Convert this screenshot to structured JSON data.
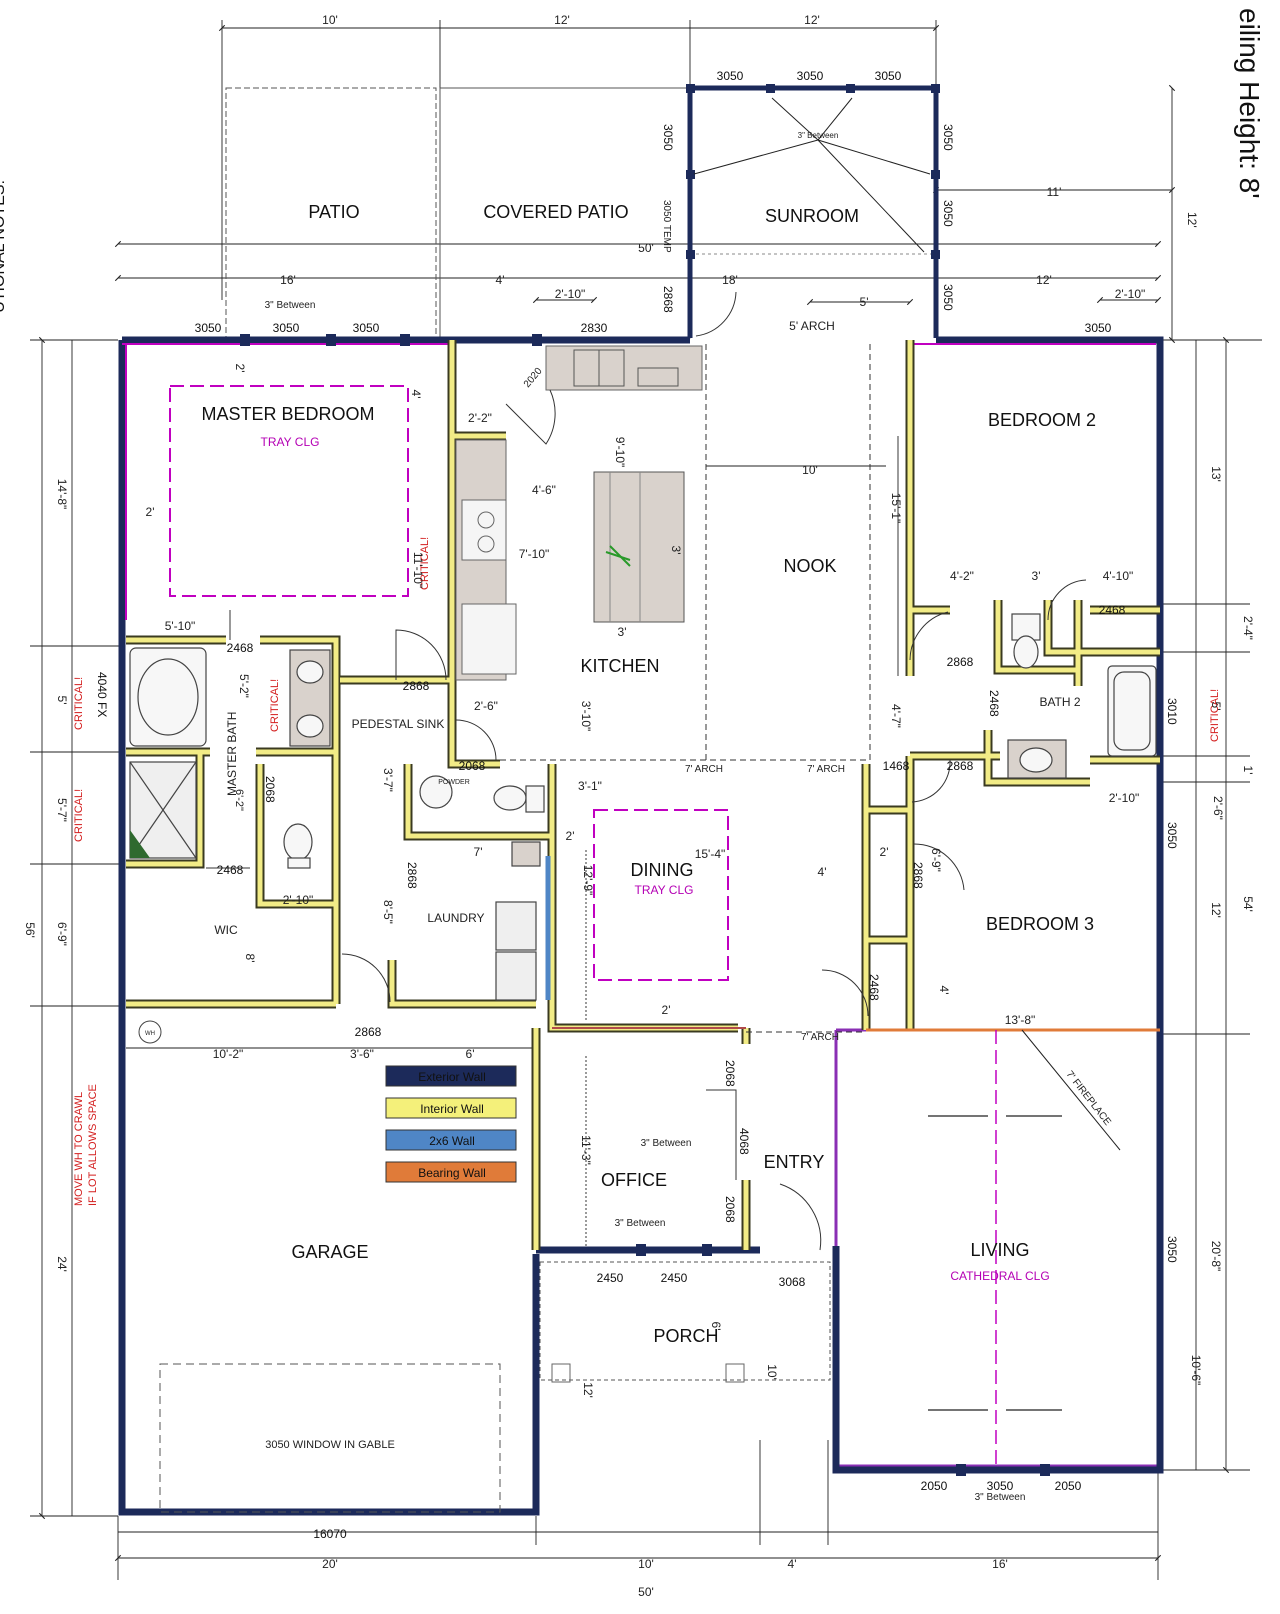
{
  "header": {
    "ceiling_height": "eiling Height: 8'",
    "side_notes": "UTIONAL NOTES:"
  },
  "rooms": {
    "patio": "PATIO",
    "covered_patio": "COVERED PATIO",
    "sunroom": "SUNROOM",
    "master_bedroom": "MASTER BEDROOM",
    "master_tray": "TRAY CLG",
    "kitchen": "KITCHEN",
    "nook": "NOOK",
    "bedroom2": "BEDROOM 2",
    "bath2": "BATH 2",
    "master_bath": "MASTER BATH",
    "pedestal_sink": "PEDESTAL SINK",
    "powder": "POWDER",
    "laundry": "LAUNDRY",
    "wic": "WIC",
    "dining": "DINING",
    "dining_tray": "TRAY CLG",
    "bedroom3": "BEDROOM 3",
    "office": "OFFICE",
    "entry": "ENTRY",
    "living": "LIVING",
    "living_ceiling": "CATHEDRAL CLG",
    "garage": "GARAGE",
    "porch": "PORCH",
    "fireplace": "7' FIREPLACE",
    "garage_window_note": "3050 WINDOW IN GABLE",
    "wh": "WH"
  },
  "notes": {
    "critical": "CRITICAL!",
    "move_wh_1": "MOVE WH TO CRAWL",
    "move_wh_2": "IF LOT ALLOWS SPACE",
    "three_between": "3\" Between",
    "garage_door": "16070"
  },
  "legend": [
    {
      "label": "Exterior Wall",
      "color": "#1c2a5a"
    },
    {
      "label": "Interior Wall",
      "color": "#f4f07a"
    },
    {
      "label": "2x6 Wall",
      "color": "#4f86c6"
    },
    {
      "label": "Bearing Wall",
      "color": "#e07b39"
    }
  ],
  "colors": {
    "exterior": "#1c2a5a",
    "interior": "#f2ec86",
    "interior_edge": "#3a3a20",
    "accent": "#c000c0",
    "critical": "#d42020",
    "counter": "#d9d2cc",
    "dim_line": "#222222"
  },
  "dimensions": {
    "top_10": "10'",
    "top_12a": "12'",
    "top_12b": "12'",
    "w50_top": "50'",
    "d16": "16'",
    "d4": "4'",
    "d18": "18'",
    "d12r": "12'",
    "d11": "11'",
    "d12side": "12'",
    "d2_10a": "2'-10\"",
    "d2_10b": "2'-10\"",
    "d5": "5'",
    "arch5": "5' ARCH",
    "m14_8": "14'-8\"",
    "m5": "5'",
    "m5_7": "5'-7\"",
    "m6_9": "6'-9\"",
    "m24": "24'",
    "m56": "56'",
    "r13": "13'",
    "r2_4": "2'-4\"",
    "r5": "5'",
    "r1": "1'",
    "r2_6": "2'-6\"",
    "r12": "12'",
    "r54": "54'",
    "r20_8": "20'-8\"",
    "r10_6": "10'-6\"",
    "i4ft": "4'",
    "i2_2": "2'-2\"",
    "i2": "2'",
    "i2b": "2'",
    "i11_10": "11'-10\"",
    "i9_10": "9'-10\"",
    "i4_6": "4'-6\"",
    "i7_10": "7'-10\"",
    "i3": "3'",
    "i3b": "3'",
    "i10": "10'",
    "i15_1": "15'-1\"",
    "i4_2": "4'-2\"",
    "i3c": "3'",
    "i4_10": "4'-10\"",
    "i5_10": "5'-10\"",
    "i2_6": "2'-6\"",
    "i3_10": "3'-10\"",
    "i4_7": "4'-7\"",
    "i3_1": "3'-1\"",
    "i7arch": "7' ARCH",
    "i7arch2": "7' ARCH",
    "i7arch3": "7' ARCH",
    "i3_7": "3'-7\"",
    "i7": "7'",
    "i2c": "2'",
    "i15_4": "15'-4\"",
    "i12_9": "12'-9\"",
    "i4b": "4'",
    "i2d": "2'",
    "i6_9": "6'-9\"",
    "i4c": "4'",
    "i13_8": "13'-8\"",
    "i8_5": "8'-5\"",
    "i8": "8'",
    "i6_2": "6'-2\"",
    "i2_10c": "2'-10\"",
    "i2_10d": "2'-10\"",
    "i5_2": "5'-2\"",
    "i10_2": "10'-2\"",
    "i3_6": "3'-6\"",
    "i6": "6'",
    "i2e": "2'",
    "i11_3": "11'-3\"",
    "i6b": "6'",
    "i10b": "10'",
    "i12b": "12'",
    "b20": "20'",
    "b10": "10'",
    "b4": "4'",
    "b16": "16'",
    "b50": "50'"
  },
  "openings": {
    "w3050_1": "3050",
    "w3050_2": "3050",
    "w3050_3": "3050",
    "sun_top_1": "3050",
    "sun_top_2": "3050",
    "sun_top_3": "3050",
    "sun_left": "3050",
    "sun_left_temp": "3050 TEMP",
    "sun_right_1": "3050",
    "sun_right_2": "3050",
    "sun_right_3": "3050",
    "w2830": "2830",
    "w2868_door": "2868",
    "w3050_br2": "3050",
    "d2020": "2020",
    "d2468_mb": "2468",
    "d2868_mb": "2868",
    "d2868_bath2": "2868",
    "d2468_bath2": "2468",
    "d2868_br2": "2868",
    "d1468": "1468",
    "d2868_br3": "2868",
    "d2068_powder": "2068",
    "d2068_mb": "2068",
    "d2468_wic": "2468",
    "d2868_laundry": "2868",
    "d2868_garage": "2868",
    "d2468_br3": "2468",
    "w3010": "3010",
    "w3050_br3": "3050",
    "w4040": "4040 FX",
    "d2068_off1": "2068",
    "d4068": "4068",
    "d2068_off2": "2068",
    "w2450_1": "2450",
    "w2450_2": "2450",
    "d3068": "3068",
    "w3050_liv": "3050",
    "w2050_1": "2050",
    "w3050_liv2": "3050",
    "w2050_2": "2050"
  }
}
